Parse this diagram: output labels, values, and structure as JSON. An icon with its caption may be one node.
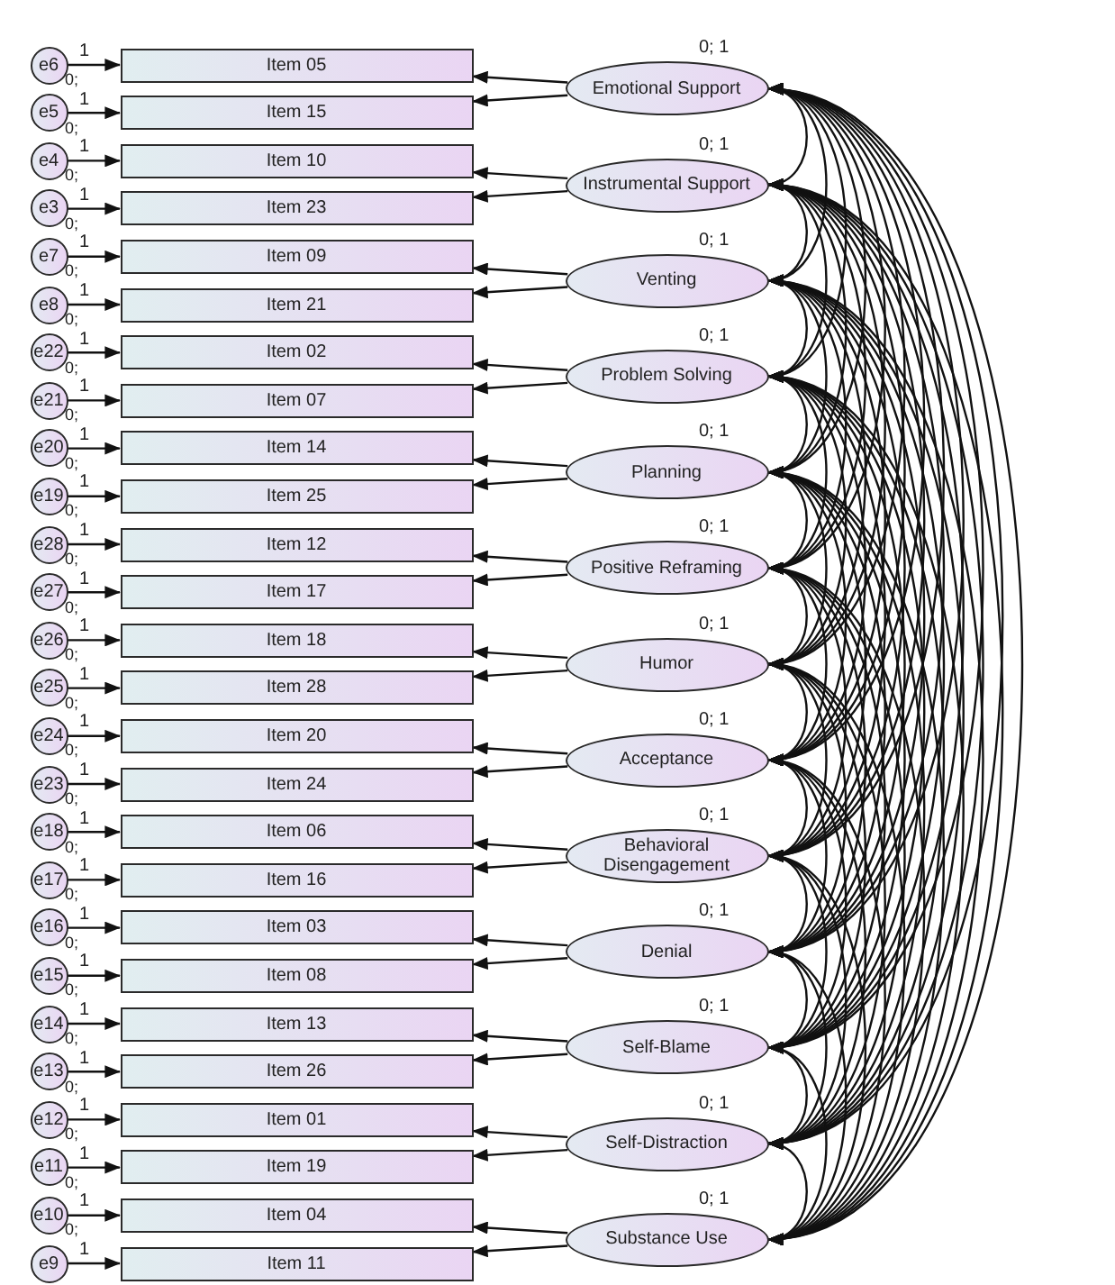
{
  "diagram": {
    "nodes": [
      {
        "text": [
          "e6"
        ],
        "beside": [
          "0;"
        ]
      },
      {
        "text": [
          "Item 05"
        ]
      },
      {
        "text": [
          "Emotional Support"
        ],
        "beside": [
          "0; 1"
        ]
      },
      {
        "text": [
          "e5"
        ],
        "beside": [
          "0;"
        ]
      },
      {
        "text": [
          "Item 15"
        ]
      },
      {
        "text": [
          "e4"
        ],
        "beside": [
          "0;"
        ]
      },
      {
        "text": [
          "Item 10"
        ]
      },
      {
        "text": [
          "Instrumental Support"
        ],
        "beside": [
          "0; 1"
        ]
      },
      {
        "text": [
          "e3"
        ],
        "beside": [
          "0;"
        ]
      },
      {
        "text": [
          "Item 23"
        ]
      },
      {
        "text": [
          "e7"
        ],
        "beside": [
          "0;"
        ]
      },
      {
        "text": [
          "Item 09"
        ]
      },
      {
        "text": [
          "Venting"
        ],
        "beside": [
          "0; 1"
        ]
      },
      {
        "text": [
          "e8"
        ],
        "beside": [
          "0;"
        ]
      },
      {
        "text": [
          "Item 21"
        ]
      },
      {
        "text": [
          "e22"
        ],
        "beside": [
          "0;"
        ]
      },
      {
        "text": [
          "Item 02"
        ]
      },
      {
        "text": [
          "Problem Solving"
        ],
        "beside": [
          "0; 1"
        ]
      },
      {
        "text": [
          "e21"
        ],
        "beside": [
          "0;"
        ]
      },
      {
        "text": [
          "Item 07"
        ]
      },
      {
        "text": [
          "e20"
        ],
        "beside": [
          "0;"
        ]
      },
      {
        "text": [
          "Item 14"
        ]
      },
      {
        "text": [
          "Planning"
        ],
        "beside": [
          "0; 1"
        ]
      },
      {
        "text": [
          "e19"
        ],
        "beside": [
          "0;"
        ]
      },
      {
        "text": [
          "Item 25"
        ]
      },
      {
        "text": [
          "e28"
        ],
        "beside": [
          "0;"
        ]
      },
      {
        "text": [
          "Item 12"
        ]
      },
      {
        "text": [
          "Positive Reframing"
        ],
        "beside": [
          "0; 1"
        ]
      },
      {
        "text": [
          "e27"
        ],
        "beside": [
          "0;"
        ]
      },
      {
        "text": [
          "Item 17"
        ]
      },
      {
        "text": [
          "e26"
        ],
        "beside": [
          "0;"
        ]
      },
      {
        "text": [
          "Item 18"
        ]
      },
      {
        "text": [
          "Humor"
        ],
        "beside": [
          "0; 1"
        ]
      },
      {
        "text": [
          "e25"
        ],
        "beside": [
          "0;"
        ]
      },
      {
        "text": [
          "Item 28"
        ]
      },
      {
        "text": [
          "e24"
        ],
        "beside": [
          "0;"
        ]
      },
      {
        "text": [
          "Item 20"
        ]
      },
      {
        "text": [
          "Acceptance"
        ],
        "beside": [
          "0; 1"
        ]
      },
      {
        "text": [
          "e23"
        ],
        "beside": [
          "0;"
        ]
      },
      {
        "text": [
          "Item 24"
        ]
      },
      {
        "text": [
          "e18"
        ],
        "beside": [
          "0;"
        ]
      },
      {
        "text": [
          "Item 06"
        ]
      },
      {
        "text": [
          "Behavioral Disengagement"
        ],
        "beside": [
          "0; 1"
        ]
      },
      {
        "text": [
          "e17"
        ],
        "beside": [
          "0;"
        ]
      },
      {
        "text": [
          "Item 16"
        ]
      },
      {
        "text": [
          "e16"
        ],
        "beside": [
          "0;"
        ]
      },
      {
        "text": [
          "Item 03"
        ]
      },
      {
        "text": [
          "Denial"
        ],
        "beside": [
          "0; 1"
        ]
      },
      {
        "text": [
          "e15"
        ],
        "beside": [
          "0;"
        ]
      },
      {
        "text": [
          "Item 08"
        ]
      },
      {
        "text": [
          "e14"
        ],
        "beside": [
          "0;"
        ]
      },
      {
        "text": [
          "Item 13"
        ]
      },
      {
        "text": [
          "Self-Blame"
        ],
        "beside": [
          "0; 1"
        ]
      },
      {
        "text": [
          "e13"
        ],
        "beside": [
          "0;"
        ]
      },
      {
        "text": [
          "Item 26"
        ]
      },
      {
        "text": [
          "e12"
        ],
        "beside": [
          "0;"
        ]
      },
      {
        "text": [
          "Item 01"
        ]
      },
      {
        "text": [
          "Self-Distraction"
        ],
        "beside": [
          "0; 1"
        ]
      },
      {
        "text": [
          "e11"
        ],
        "beside": [
          "0;"
        ]
      },
      {
        "text": [
          "Item 19"
        ]
      },
      {
        "text": [
          "e10"
        ],
        "beside": [
          "0;"
        ]
      },
      {
        "text": [
          "Item 04"
        ]
      },
      {
        "text": [
          "Substance Use"
        ],
        "beside": [
          "0; 1"
        ]
      },
      {
        "text": [
          "e9"
        ]
      },
      {
        "text": [
          "Item 11"
        ]
      }
    ],
    "edges": [
      {
        "from": 0,
        "to": 1,
        "arrow": "to",
        "label": "1"
      },
      {
        "from": 2,
        "to": 1,
        "arrow": "to"
      },
      {
        "from": 3,
        "to": 4,
        "arrow": "to",
        "label": "1"
      },
      {
        "from": 2,
        "to": 4,
        "arrow": "to"
      },
      {
        "from": 5,
        "to": 6,
        "arrow": "to",
        "label": "1"
      },
      {
        "from": 7,
        "to": 6,
        "arrow": "to"
      },
      {
        "from": 8,
        "to": 9,
        "arrow": "to",
        "label": "1"
      },
      {
        "from": 7,
        "to": 9,
        "arrow": "to"
      },
      {
        "from": 10,
        "to": 11,
        "arrow": "to",
        "label": "1"
      },
      {
        "from": 12,
        "to": 11,
        "arrow": "to"
      },
      {
        "from": 13,
        "to": 14,
        "arrow": "to",
        "label": "1"
      },
      {
        "from": 12,
        "to": 14,
        "arrow": "to"
      },
      {
        "from": 15,
        "to": 16,
        "arrow": "to",
        "label": "1"
      },
      {
        "from": 17,
        "to": 16,
        "arrow": "to"
      },
      {
        "from": 18,
        "to": 19,
        "arrow": "to",
        "label": "1"
      },
      {
        "from": 17,
        "to": 19,
        "arrow": "to"
      },
      {
        "from": 20,
        "to": 21,
        "arrow": "to",
        "label": "1"
      },
      {
        "from": 22,
        "to": 21,
        "arrow": "to"
      },
      {
        "from": 23,
        "to": 24,
        "arrow": "to",
        "label": "1"
      },
      {
        "from": 22,
        "to": 24,
        "arrow": "to"
      },
      {
        "from": 25,
        "to": 26,
        "arrow": "to",
        "label": "1"
      },
      {
        "from": 27,
        "to": 26,
        "arrow": "to"
      },
      {
        "from": 28,
        "to": 29,
        "arrow": "to",
        "label": "1"
      },
      {
        "from": 27,
        "to": 29,
        "arrow": "to"
      },
      {
        "from": 30,
        "to": 31,
        "arrow": "to",
        "label": "1"
      },
      {
        "from": 32,
        "to": 31,
        "arrow": "to"
      },
      {
        "from": 33,
        "to": 34,
        "arrow": "to",
        "label": "1"
      },
      {
        "from": 32,
        "to": 34,
        "arrow": "to"
      },
      {
        "from": 35,
        "to": 36,
        "arrow": "to",
        "label": "1"
      },
      {
        "from": 37,
        "to": 36,
        "arrow": "to"
      },
      {
        "from": 38,
        "to": 39,
        "arrow": "to",
        "label": "1"
      },
      {
        "from": 37,
        "to": 39,
        "arrow": "to"
      },
      {
        "from": 40,
        "to": 41,
        "arrow": "to",
        "label": "1"
      },
      {
        "from": 42,
        "to": 41,
        "arrow": "to"
      },
      {
        "from": 43,
        "to": 44,
        "arrow": "to",
        "label": "1"
      },
      {
        "from": 42,
        "to": 44,
        "arrow": "to"
      },
      {
        "from": 45,
        "to": 46,
        "arrow": "to",
        "label": "1"
      },
      {
        "from": 47,
        "to": 46,
        "arrow": "to"
      },
      {
        "from": 48,
        "to": 49,
        "arrow": "to",
        "label": "1"
      },
      {
        "from": 47,
        "to": 49,
        "arrow": "to"
      },
      {
        "from": 50,
        "to": 51,
        "arrow": "to",
        "label": "1"
      },
      {
        "from": 52,
        "to": 51,
        "arrow": "to"
      },
      {
        "from": 53,
        "to": 54,
        "arrow": "to",
        "label": "1"
      },
      {
        "from": 52,
        "to": 54,
        "arrow": "to"
      },
      {
        "from": 55,
        "to": 56,
        "arrow": "to",
        "label": "1"
      },
      {
        "from": 57,
        "to": 56,
        "arrow": "to"
      },
      {
        "from": 58,
        "to": 59,
        "arrow": "to",
        "label": "1"
      },
      {
        "from": 57,
        "to": 59,
        "arrow": "to"
      },
      {
        "from": 60,
        "to": 61,
        "arrow": "to",
        "label": "1"
      },
      {
        "from": 62,
        "to": 61,
        "arrow": "to"
      },
      {
        "from": 63,
        "to": 64,
        "arrow": "to",
        "label": "1"
      },
      {
        "from": 62,
        "to": 64,
        "arrow": "to"
      },
      {
        "from": 2,
        "to": 7,
        "arrow": "both"
      },
      {
        "from": 2,
        "to": 12,
        "arrow": "both"
      },
      {
        "from": 2,
        "to": 17,
        "arrow": "both"
      },
      {
        "from": 2,
        "to": 22,
        "arrow": "both"
      },
      {
        "from": 2,
        "to": 27,
        "arrow": "both"
      },
      {
        "from": 2,
        "to": 32,
        "arrow": "both"
      },
      {
        "from": 2,
        "to": 37,
        "arrow": "both"
      },
      {
        "from": 2,
        "to": 42,
        "arrow": "both"
      },
      {
        "from": 2,
        "to": 47,
        "arrow": "both"
      },
      {
        "from": 2,
        "to": 52,
        "arrow": "both"
      },
      {
        "from": 2,
        "to": 57,
        "arrow": "both"
      },
      {
        "from": 2,
        "to": 62,
        "arrow": "both"
      },
      {
        "from": 7,
        "to": 12,
        "arrow": "both"
      },
      {
        "from": 7,
        "to": 17,
        "arrow": "both"
      },
      {
        "from": 7,
        "to": 22,
        "arrow": "both"
      },
      {
        "from": 7,
        "to": 27,
        "arrow": "both"
      },
      {
        "from": 7,
        "to": 32,
        "arrow": "both"
      },
      {
        "from": 7,
        "to": 37,
        "arrow": "both"
      },
      {
        "from": 7,
        "to": 42,
        "arrow": "both"
      },
      {
        "from": 7,
        "to": 47,
        "arrow": "both"
      },
      {
        "from": 7,
        "to": 52,
        "arrow": "both"
      },
      {
        "from": 7,
        "to": 57,
        "arrow": "both"
      },
      {
        "from": 7,
        "to": 62,
        "arrow": "both"
      },
      {
        "from": 12,
        "to": 17,
        "arrow": "both"
      },
      {
        "from": 12,
        "to": 22,
        "arrow": "both"
      },
      {
        "from": 12,
        "to": 27,
        "arrow": "both"
      },
      {
        "from": 12,
        "to": 32,
        "arrow": "both"
      },
      {
        "from": 12,
        "to": 37,
        "arrow": "both"
      },
      {
        "from": 12,
        "to": 42,
        "arrow": "both"
      },
      {
        "from": 12,
        "to": 47,
        "arrow": "both"
      },
      {
        "from": 12,
        "to": 52,
        "arrow": "both"
      },
      {
        "from": 12,
        "to": 57,
        "arrow": "both"
      },
      {
        "from": 12,
        "to": 62,
        "arrow": "both"
      },
      {
        "from": 17,
        "to": 22,
        "arrow": "both"
      },
      {
        "from": 17,
        "to": 27,
        "arrow": "both"
      },
      {
        "from": 17,
        "to": 32,
        "arrow": "both"
      },
      {
        "from": 17,
        "to": 37,
        "arrow": "both"
      },
      {
        "from": 17,
        "to": 42,
        "arrow": "both"
      },
      {
        "from": 17,
        "to": 47,
        "arrow": "both"
      },
      {
        "from": 17,
        "to": 52,
        "arrow": "both"
      },
      {
        "from": 17,
        "to": 57,
        "arrow": "both"
      },
      {
        "from": 17,
        "to": 62,
        "arrow": "both"
      },
      {
        "from": 22,
        "to": 27,
        "arrow": "both"
      },
      {
        "from": 22,
        "to": 32,
        "arrow": "both"
      },
      {
        "from": 22,
        "to": 37,
        "arrow": "both"
      },
      {
        "from": 22,
        "to": 42,
        "arrow": "both"
      },
      {
        "from": 22,
        "to": 47,
        "arrow": "both"
      },
      {
        "from": 22,
        "to": 52,
        "arrow": "both"
      },
      {
        "from": 22,
        "to": 57,
        "arrow": "both"
      },
      {
        "from": 22,
        "to": 62,
        "arrow": "both"
      },
      {
        "from": 27,
        "to": 32,
        "arrow": "both"
      },
      {
        "from": 27,
        "to": 37,
        "arrow": "both"
      },
      {
        "from": 27,
        "to": 42,
        "arrow": "both"
      },
      {
        "from": 27,
        "to": 47,
        "arrow": "both"
      },
      {
        "from": 27,
        "to": 52,
        "arrow": "both"
      },
      {
        "from": 27,
        "to": 57,
        "arrow": "both"
      },
      {
        "from": 27,
        "to": 62,
        "arrow": "both"
      },
      {
        "from": 32,
        "to": 37,
        "arrow": "both"
      },
      {
        "from": 32,
        "to": 42,
        "arrow": "both"
      },
      {
        "from": 32,
        "to": 47,
        "arrow": "both"
      },
      {
        "from": 32,
        "to": 52,
        "arrow": "both"
      },
      {
        "from": 32,
        "to": 57,
        "arrow": "both"
      },
      {
        "from": 32,
        "to": 62,
        "arrow": "both"
      },
      {
        "from": 37,
        "to": 42,
        "arrow": "both"
      },
      {
        "from": 37,
        "to": 47,
        "arrow": "both"
      },
      {
        "from": 37,
        "to": 52,
        "arrow": "both"
      },
      {
        "from": 37,
        "to": 57,
        "arrow": "both"
      },
      {
        "from": 37,
        "to": 62,
        "arrow": "both"
      },
      {
        "from": 42,
        "to": 47,
        "arrow": "both"
      },
      {
        "from": 42,
        "to": 52,
        "arrow": "both"
      },
      {
        "from": 42,
        "to": 57,
        "arrow": "both"
      },
      {
        "from": 42,
        "to": 62,
        "arrow": "both"
      },
      {
        "from": 47,
        "to": 52,
        "arrow": "both"
      },
      {
        "from": 47,
        "to": 57,
        "arrow": "both"
      },
      {
        "from": 47,
        "to": 62,
        "arrow": "both"
      },
      {
        "from": 52,
        "to": 57,
        "arrow": "both"
      },
      {
        "from": 52,
        "to": 62,
        "arrow": "both"
      },
      {
        "from": 57,
        "to": 62,
        "arrow": "both"
      }
    ]
  }
}
